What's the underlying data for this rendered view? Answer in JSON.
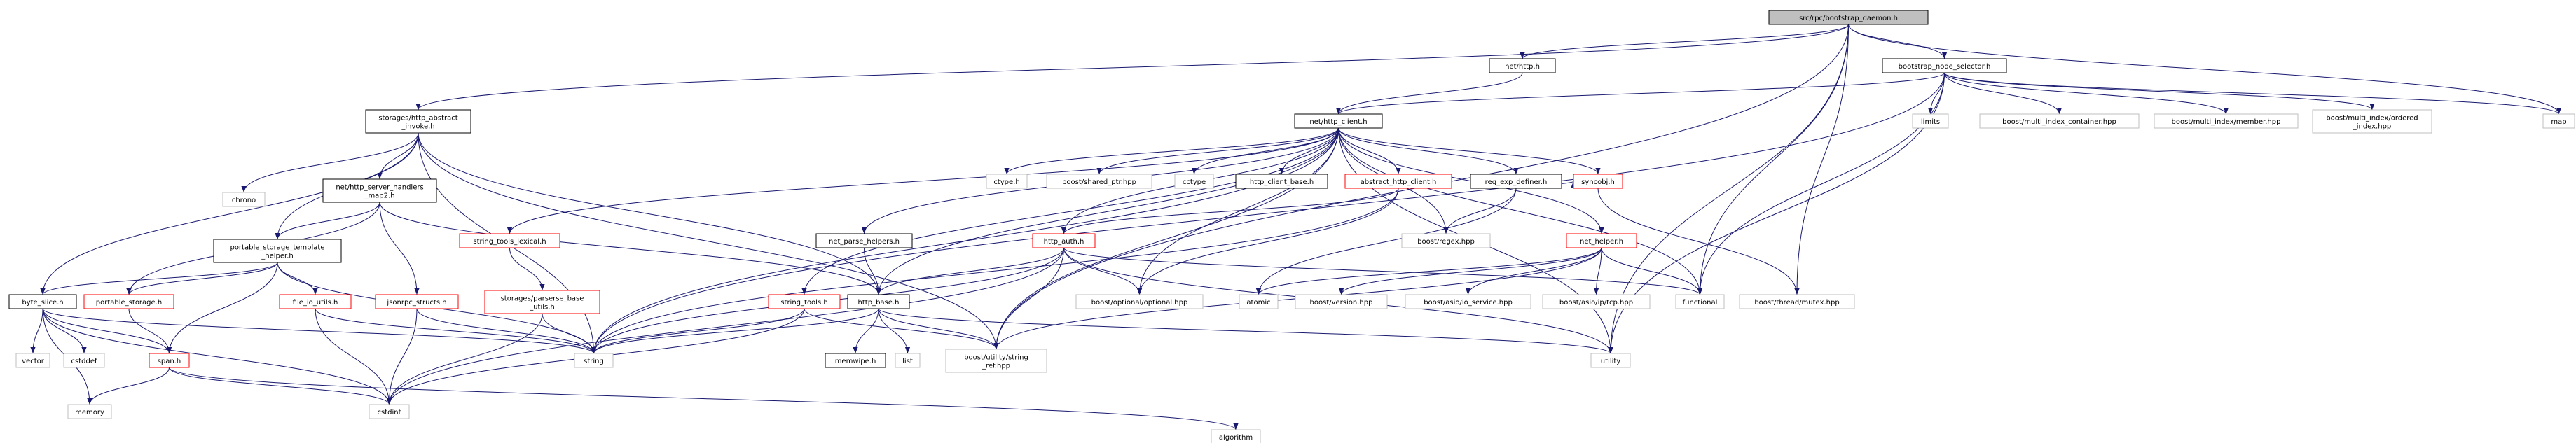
{
  "colors": {
    "root_fill": "#bfbfbf",
    "node_fill": "#ffffff",
    "black_border": "#000000",
    "red_border": "#ff0000",
    "gray_border": "#bfbfbf",
    "edge": "#191970"
  },
  "graph": {
    "nodes": [
      {
        "id": "bootstrap_daemon",
        "lines": [
          "src/rpc/bootstrap_daemon.h"
        ],
        "style": "root"
      },
      {
        "id": "net_http",
        "lines": [
          "net/http.h"
        ],
        "style": "black"
      },
      {
        "id": "bootstrap_node_selector",
        "lines": [
          "bootstrap_node_selector.h"
        ],
        "style": "black"
      },
      {
        "id": "map",
        "lines": [
          "map"
        ],
        "style": "gray"
      },
      {
        "id": "http_abstract_invoke",
        "lines": [
          "storages/http_abstract",
          "_invoke.h"
        ],
        "style": "black"
      },
      {
        "id": "chrono",
        "lines": [
          "chrono"
        ],
        "style": "gray"
      },
      {
        "id": "http_server_handlers_map2",
        "lines": [
          "net/http_server_handlers",
          "_map2.h"
        ],
        "style": "black"
      },
      {
        "id": "portable_storage_template_helper",
        "lines": [
          "portable_storage_template",
          "_helper.h"
        ],
        "style": "black"
      },
      {
        "id": "byte_slice",
        "lines": [
          "byte_slice.h"
        ],
        "style": "black"
      },
      {
        "id": "http_client",
        "lines": [
          "net/http_client.h"
        ],
        "style": "black"
      },
      {
        "id": "string_tools_lexical",
        "lines": [
          "string_tools_lexical.h"
        ],
        "style": "red"
      },
      {
        "id": "net_parse_helpers",
        "lines": [
          "net_parse_helpers.h"
        ],
        "style": "black"
      },
      {
        "id": "ctype_h",
        "lines": [
          "ctype.h"
        ],
        "style": "gray"
      },
      {
        "id": "boost_shared_ptr",
        "lines": [
          "boost/shared_ptr.hpp"
        ],
        "style": "gray"
      },
      {
        "id": "cctype",
        "lines": [
          "cctype"
        ],
        "style": "gray"
      },
      {
        "id": "http_client_base",
        "lines": [
          "http_client_base.h"
        ],
        "style": "black"
      },
      {
        "id": "abstract_http_client",
        "lines": [
          "abstract_http_client.h"
        ],
        "style": "red"
      },
      {
        "id": "reg_exp_definer",
        "lines": [
          "reg_exp_definer.h"
        ],
        "style": "black"
      },
      {
        "id": "limits",
        "lines": [
          "limits"
        ],
        "style": "gray"
      },
      {
        "id": "boost_multi_index_container",
        "lines": [
          "boost/multi_index_container.hpp"
        ],
        "style": "gray"
      },
      {
        "id": "boost_multi_index_member",
        "lines": [
          "boost/multi_index/member.hpp"
        ],
        "style": "gray"
      },
      {
        "id": "boost_multi_index_ordered",
        "lines": [
          "boost/multi_index/ordered",
          "_index.hpp"
        ],
        "style": "gray"
      },
      {
        "id": "boost_regex",
        "lines": [
          "boost/regex.hpp"
        ],
        "style": "gray"
      },
      {
        "id": "syncobj",
        "lines": [
          "syncobj.h"
        ],
        "style": "red"
      },
      {
        "id": "net_helper",
        "lines": [
          "net_helper.h"
        ],
        "style": "red"
      },
      {
        "id": "http_auth",
        "lines": [
          "http_auth.h"
        ],
        "style": "red"
      },
      {
        "id": "portable_storage",
        "lines": [
          "portable_storage.h"
        ],
        "style": "red"
      },
      {
        "id": "file_io_utils",
        "lines": [
          "file_io_utils.h"
        ],
        "style": "red"
      },
      {
        "id": "jsonrpc_structs",
        "lines": [
          "jsonrpc_structs.h"
        ],
        "style": "red"
      },
      {
        "id": "parserse_base_utils",
        "lines": [
          "storages/parserse_base",
          "_utils.h"
        ],
        "style": "red"
      },
      {
        "id": "string_tools",
        "lines": [
          "string_tools.h"
        ],
        "style": "red"
      },
      {
        "id": "http_base",
        "lines": [
          "http_base.h"
        ],
        "style": "black"
      },
      {
        "id": "boost_optional",
        "lines": [
          "boost/optional/optional.hpp"
        ],
        "style": "gray"
      },
      {
        "id": "atomic",
        "lines": [
          "atomic"
        ],
        "style": "gray"
      },
      {
        "id": "boost_version",
        "lines": [
          "boost/version.hpp"
        ],
        "style": "gray"
      },
      {
        "id": "boost_asio_io_service",
        "lines": [
          "boost/asio/io_service.hpp"
        ],
        "style": "gray"
      },
      {
        "id": "boost_asio_ip_tcp",
        "lines": [
          "boost/asio/ip/tcp.hpp"
        ],
        "style": "gray"
      },
      {
        "id": "functional",
        "lines": [
          "functional"
        ],
        "style": "gray"
      },
      {
        "id": "boost_thread_mutex",
        "lines": [
          "boost/thread/mutex.hpp"
        ],
        "style": "gray"
      },
      {
        "id": "vector",
        "lines": [
          "vector"
        ],
        "style": "gray"
      },
      {
        "id": "cstddef",
        "lines": [
          "cstddef"
        ],
        "style": "gray"
      },
      {
        "id": "span",
        "lines": [
          "span.h"
        ],
        "style": "red"
      },
      {
        "id": "string",
        "lines": [
          "string"
        ],
        "style": "gray"
      },
      {
        "id": "memwipe",
        "lines": [
          "memwipe.h"
        ],
        "style": "black"
      },
      {
        "id": "list",
        "lines": [
          "list"
        ],
        "style": "gray"
      },
      {
        "id": "boost_string_ref",
        "lines": [
          "boost/utility/string",
          "_ref.hpp"
        ],
        "style": "gray"
      },
      {
        "id": "utility",
        "lines": [
          "utility"
        ],
        "style": "gray"
      },
      {
        "id": "memory",
        "lines": [
          "memory"
        ],
        "style": "gray"
      },
      {
        "id": "cstdint",
        "lines": [
          "cstdint"
        ],
        "style": "gray"
      },
      {
        "id": "algorithm",
        "lines": [
          "algorithm"
        ],
        "style": "gray"
      }
    ],
    "edges": [
      [
        "bootstrap_daemon",
        "net_http"
      ],
      [
        "bootstrap_daemon",
        "bootstrap_node_selector"
      ],
      [
        "bootstrap_daemon",
        "map"
      ],
      [
        "bootstrap_daemon",
        "http_abstract_invoke"
      ],
      [
        "bootstrap_daemon",
        "boost_string_ref"
      ],
      [
        "bootstrap_daemon",
        "utility"
      ],
      [
        "bootstrap_daemon",
        "functional"
      ],
      [
        "bootstrap_daemon",
        "boost_thread_mutex"
      ],
      [
        "net_http",
        "http_client"
      ],
      [
        "bootstrap_node_selector",
        "http_client"
      ],
      [
        "bootstrap_node_selector",
        "map"
      ],
      [
        "bootstrap_node_selector",
        "limits"
      ],
      [
        "bootstrap_node_selector",
        "boost_multi_index_container"
      ],
      [
        "bootstrap_node_selector",
        "boost_multi_index_member"
      ],
      [
        "bootstrap_node_selector",
        "boost_multi_index_ordered"
      ],
      [
        "bootstrap_node_selector",
        "functional"
      ],
      [
        "bootstrap_node_selector",
        "utility"
      ],
      [
        "bootstrap_node_selector",
        "string"
      ],
      [
        "http_abstract_invoke",
        "chrono"
      ],
      [
        "http_abstract_invoke",
        "http_server_handlers_map2"
      ],
      [
        "http_abstract_invoke",
        "portable_storage_template_helper"
      ],
      [
        "http_abstract_invoke",
        "byte_slice"
      ],
      [
        "http_abstract_invoke",
        "http_base"
      ],
      [
        "http_abstract_invoke",
        "string"
      ],
      [
        "http_abstract_invoke",
        "boost_string_ref"
      ],
      [
        "http_server_handlers_map2",
        "http_base"
      ],
      [
        "http_server_handlers_map2",
        "jsonrpc_structs"
      ],
      [
        "http_server_handlers_map2",
        "portable_storage_template_helper"
      ],
      [
        "http_server_handlers_map2",
        "portable_storage"
      ],
      [
        "portable_storage_template_helper",
        "byte_slice"
      ],
      [
        "portable_storage_template_helper",
        "portable_storage"
      ],
      [
        "portable_storage_template_helper",
        "file_io_utils"
      ],
      [
        "portable_storage_template_helper",
        "span"
      ],
      [
        "portable_storage_template_helper",
        "string"
      ],
      [
        "byte_slice",
        "vector"
      ],
      [
        "byte_slice",
        "cstddef"
      ],
      [
        "byte_slice",
        "memory"
      ],
      [
        "byte_slice",
        "cstdint"
      ],
      [
        "byte_slice",
        "string"
      ],
      [
        "byte_slice",
        "span"
      ],
      [
        "http_client",
        "string_tools_lexical"
      ],
      [
        "http_client",
        "net_parse_helpers"
      ],
      [
        "http_client",
        "ctype_h"
      ],
      [
        "http_client",
        "boost_shared_ptr"
      ],
      [
        "http_client",
        "cctype"
      ],
      [
        "http_client",
        "http_client_base"
      ],
      [
        "http_client",
        "abstract_http_client"
      ],
      [
        "http_client",
        "reg_exp_definer"
      ],
      [
        "http_client",
        "boost_regex"
      ],
      [
        "http_client",
        "syncobj"
      ],
      [
        "http_client",
        "net_helper"
      ],
      [
        "http_client",
        "http_auth"
      ],
      [
        "http_client",
        "http_base"
      ],
      [
        "http_client",
        "string_tools"
      ],
      [
        "http_client",
        "boost_optional"
      ],
      [
        "http_client",
        "functional"
      ],
      [
        "http_client",
        "utility"
      ],
      [
        "http_client",
        "string"
      ],
      [
        "http_client",
        "boost_string_ref"
      ],
      [
        "string_tools_lexical",
        "parserse_base_utils"
      ],
      [
        "net_parse_helpers",
        "http_base"
      ],
      [
        "abstract_http_client",
        "http_auth"
      ],
      [
        "abstract_http_client",
        "boost_optional"
      ],
      [
        "abstract_http_client",
        "string"
      ],
      [
        "reg_exp_definer",
        "boost_regex"
      ],
      [
        "reg_exp_definer",
        "syncobj"
      ],
      [
        "reg_exp_definer",
        "atomic"
      ],
      [
        "syncobj",
        "boost_thread_mutex"
      ],
      [
        "net_helper",
        "atomic"
      ],
      [
        "net_helper",
        "boost_version"
      ],
      [
        "net_helper",
        "boost_asio_io_service"
      ],
      [
        "net_helper",
        "boost_asio_ip_tcp"
      ],
      [
        "net_helper",
        "functional"
      ],
      [
        "net_helper",
        "boost_string_ref"
      ],
      [
        "http_auth",
        "http_base"
      ],
      [
        "http_auth",
        "boost_optional"
      ],
      [
        "http_auth",
        "boost_string_ref"
      ],
      [
        "http_auth",
        "functional"
      ],
      [
        "http_auth",
        "string"
      ],
      [
        "http_auth",
        "utility"
      ],
      [
        "http_auth",
        "cstdint"
      ],
      [
        "portable_storage",
        "span"
      ],
      [
        "file_io_utils",
        "string"
      ],
      [
        "file_io_utils",
        "cstdint"
      ],
      [
        "jsonrpc_structs",
        "string"
      ],
      [
        "jsonrpc_structs",
        "cstdint"
      ],
      [
        "parserse_base_utils",
        "string"
      ],
      [
        "parserse_base_utils",
        "cstdint"
      ],
      [
        "string_tools",
        "string"
      ],
      [
        "string_tools",
        "cstdint"
      ],
      [
        "string_tools",
        "boost_string_ref"
      ],
      [
        "http_base",
        "memwipe"
      ],
      [
        "http_base",
        "list"
      ],
      [
        "http_base",
        "boost_string_ref"
      ],
      [
        "http_base",
        "string"
      ],
      [
        "http_base",
        "utility"
      ],
      [
        "span",
        "memory"
      ],
      [
        "span",
        "cstdint"
      ],
      [
        "span",
        "algorithm"
      ]
    ]
  }
}
